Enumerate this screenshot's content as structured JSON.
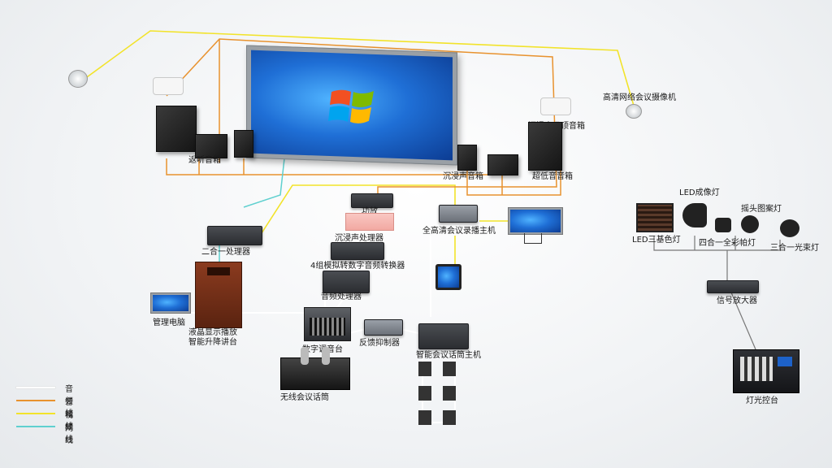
{
  "labels": {
    "return_speakers": "返听音箱",
    "immersive_speakers": "沉浸声音箱",
    "ceiling_speakers": "沉浸声吸顶音箱",
    "subwoofer": "超低音音箱",
    "hd_camera": "高清网络会议摄像机",
    "power_amp": "功放",
    "immersive_processor": "沉浸声处理器",
    "converter": "4组模拟转数字音频转换器",
    "audio_processor": "音频处理器",
    "recorder": "全高清会议录播主机",
    "two_in_one": "二合一处理器",
    "mgmt_pc": "管理电脑",
    "podium": "液晶显示播放\n智能升降讲台",
    "mixer": "数字调音台",
    "feedback": "反馈抑制器",
    "mic_host": "智能会议话筒主机",
    "wireless_mic": "无线会议话筒",
    "led_three_color": "LED三基色灯",
    "led_imaging": "LED成像灯",
    "four_in_one": "四合一全彩帕灯",
    "moving_head": "摇头图案灯",
    "three_in_one": "三合一光束灯",
    "signal_amp": "信号放大器",
    "lighting_console": "灯光控台"
  },
  "legend": [
    {
      "label": "音频线",
      "color": "#ffffff"
    },
    {
      "label": "音箱线",
      "color": "#e8922e"
    },
    {
      "label": "视频线",
      "color": "#f2e32a"
    },
    {
      "label": "网线",
      "color": "#5fd0cf"
    }
  ],
  "icons": [
    "camera-icon",
    "windows-logo-icon",
    "speaker-icon",
    "rack-device-icon",
    "tablet-icon",
    "spotlight-icon",
    "microphone-icon"
  ]
}
